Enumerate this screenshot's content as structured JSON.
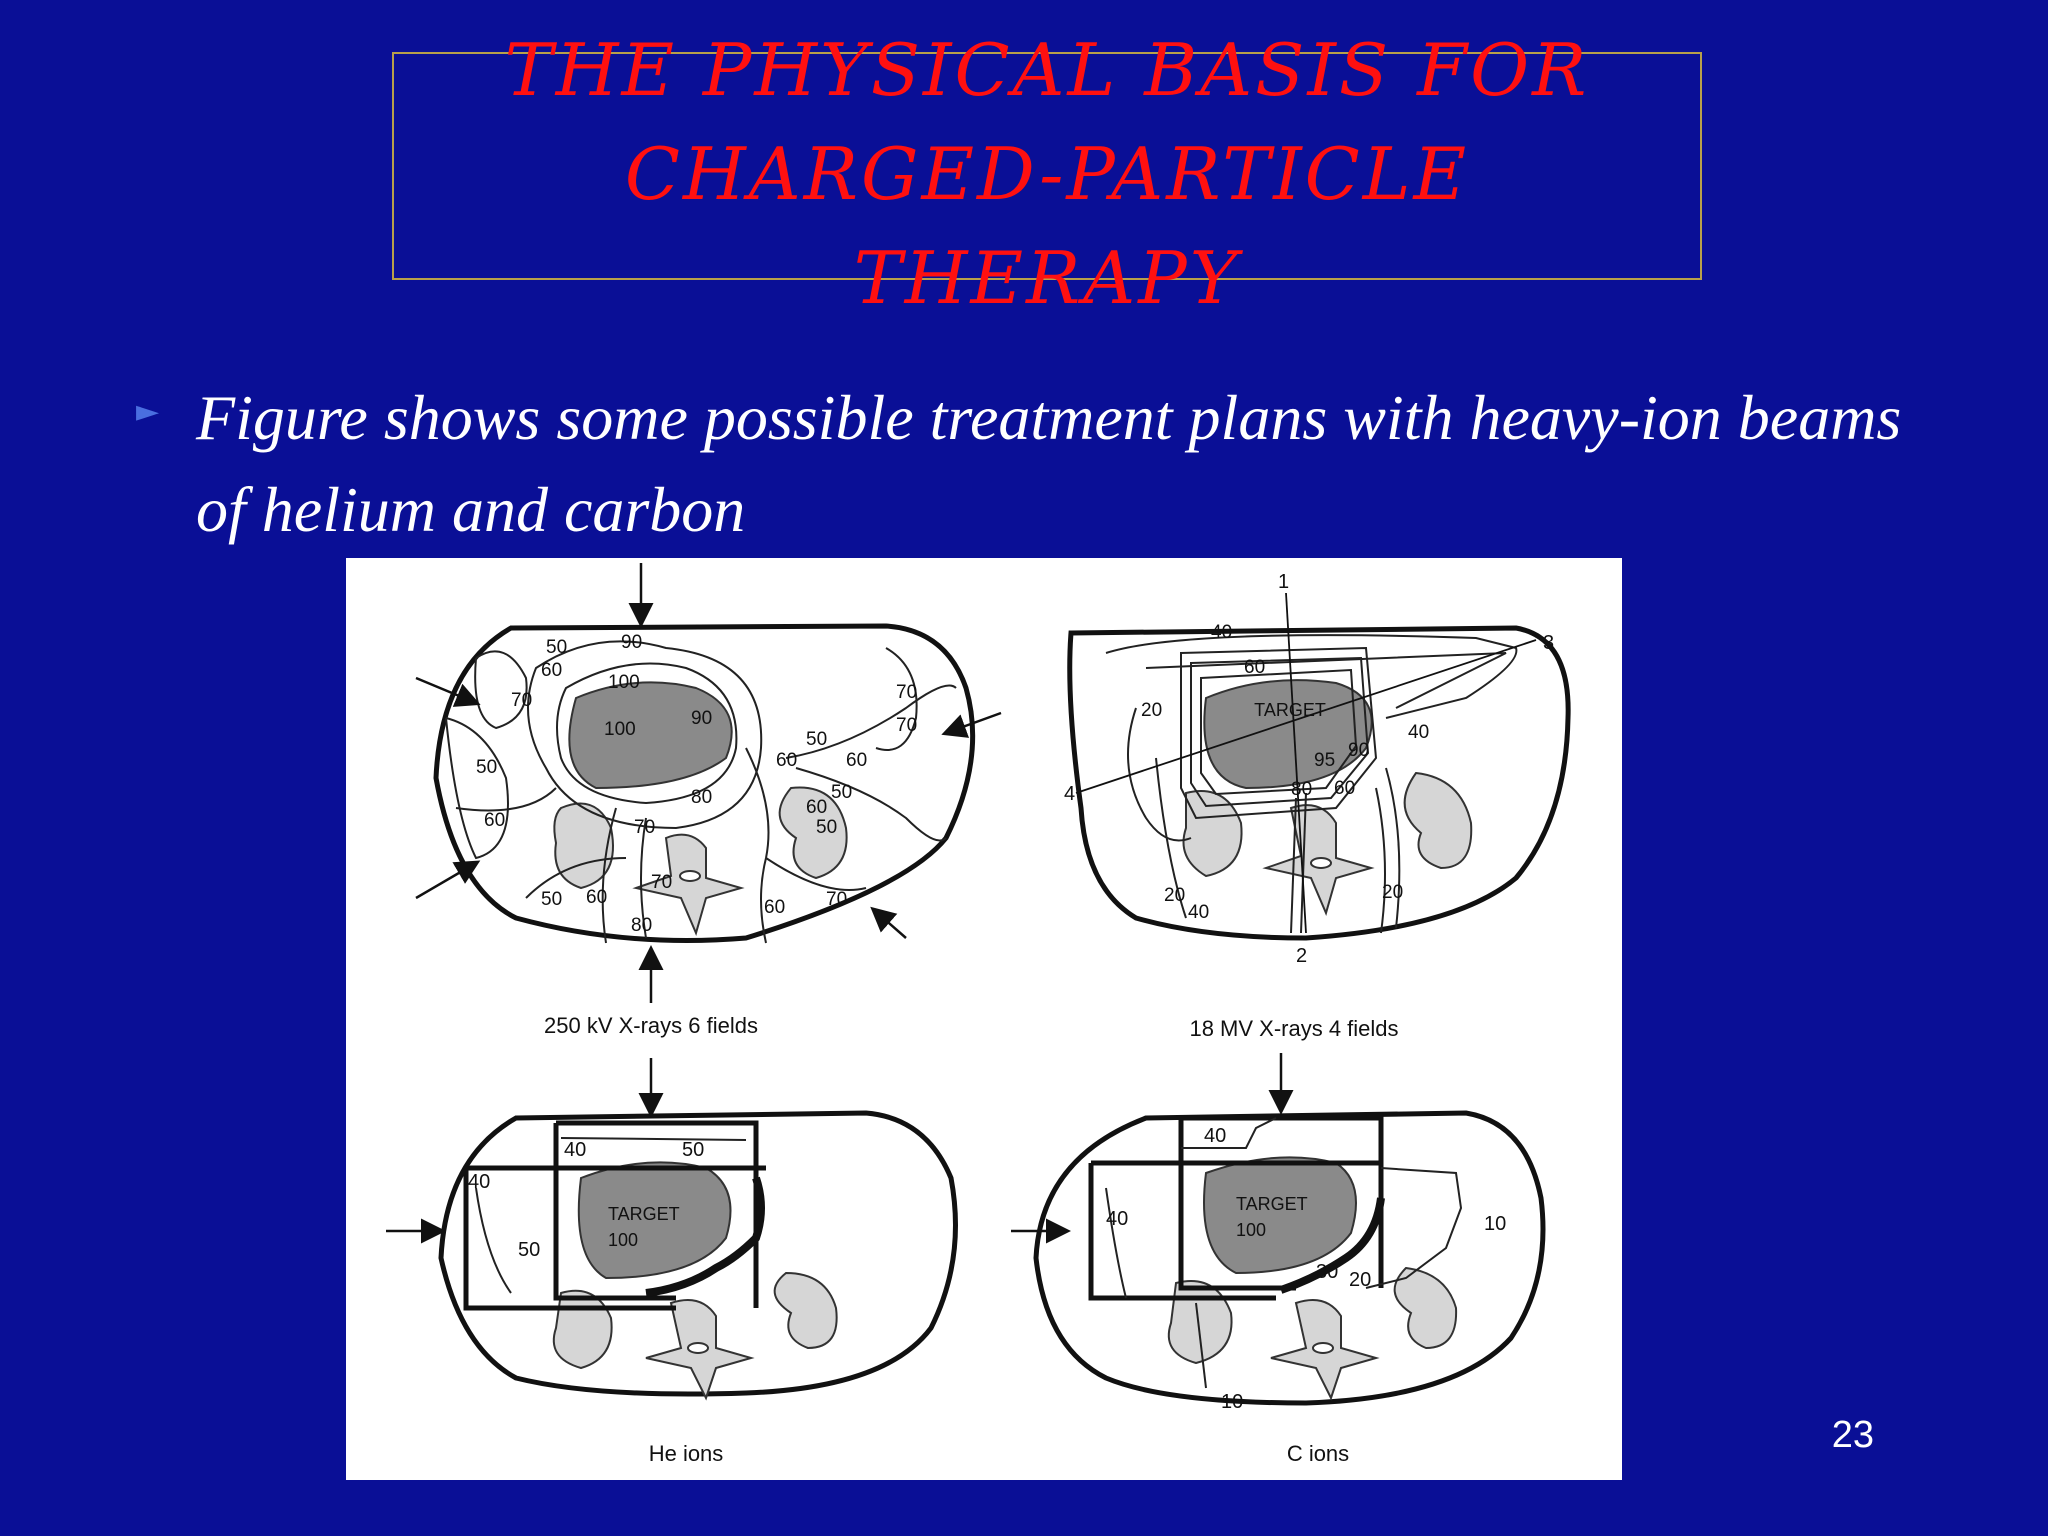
{
  "title": {
    "line1": "THE PHYSICAL BASIS FOR",
    "line2": "CHARGED-PARTICLE",
    "line3": "THERAPY"
  },
  "bullet": {
    "text": "Figure  shows some possible treatment plans with heavy-ion beams of helium and carbon"
  },
  "figure": {
    "panels": [
      {
        "caption": "250 kV X-rays 6 fields",
        "labels": [
          "50",
          "60",
          "70",
          "90",
          "100",
          "100",
          "90",
          "50",
          "60",
          "70",
          "50",
          "80",
          "60",
          "70",
          "50",
          "60",
          "70",
          "80",
          "60",
          "70",
          "50",
          "60",
          "50",
          "60",
          "70"
        ]
      },
      {
        "caption": "18 MV X-rays 4 fields",
        "target": "TARGET",
        "labels": [
          "40",
          "60",
          "20",
          "95",
          "90",
          "80",
          "60",
          "40",
          "20",
          "40",
          "20"
        ],
        "beams": [
          "1",
          "2",
          "3",
          "4"
        ]
      },
      {
        "caption": "He ions",
        "target": "TARGET",
        "target_value": "100",
        "labels": [
          "40",
          "50",
          "40",
          "50"
        ]
      },
      {
        "caption": "C ions",
        "target": "TARGET",
        "target_value": "100",
        "labels": [
          "40",
          "40",
          "10",
          "30",
          "20",
          "10"
        ]
      }
    ]
  },
  "page_number": "23",
  "colors": {
    "background": "#0a0f96",
    "title": "#ff1010",
    "title_border": "#b8a04a",
    "text": "#ffffff"
  }
}
